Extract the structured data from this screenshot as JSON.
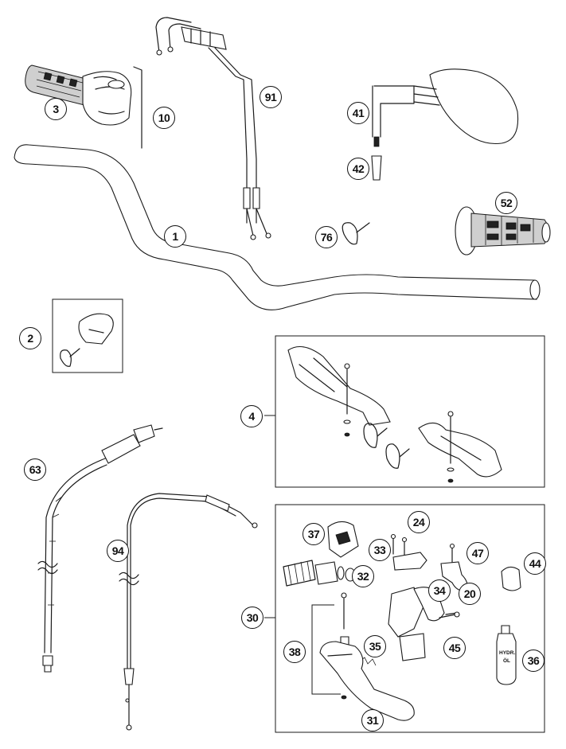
{
  "callouts": [
    {
      "id": "c1",
      "label": "1"
    },
    {
      "id": "c2",
      "label": "2"
    },
    {
      "id": "c3",
      "label": "3"
    },
    {
      "id": "c4",
      "label": "4"
    },
    {
      "id": "c10",
      "label": "10"
    },
    {
      "id": "c20",
      "label": "20"
    },
    {
      "id": "c24",
      "label": "24"
    },
    {
      "id": "c30",
      "label": "30"
    },
    {
      "id": "c31",
      "label": "31"
    },
    {
      "id": "c32",
      "label": "32"
    },
    {
      "id": "c33",
      "label": "33"
    },
    {
      "id": "c34",
      "label": "34"
    },
    {
      "id": "c35",
      "label": "35"
    },
    {
      "id": "c36",
      "label": "36"
    },
    {
      "id": "c37",
      "label": "37"
    },
    {
      "id": "c38",
      "label": "38"
    },
    {
      "id": "c41",
      "label": "41"
    },
    {
      "id": "c42",
      "label": "42"
    },
    {
      "id": "c44",
      "label": "44"
    },
    {
      "id": "c45",
      "label": "45"
    },
    {
      "id": "c47",
      "label": "47"
    },
    {
      "id": "c52",
      "label": "52"
    },
    {
      "id": "c63",
      "label": "63"
    },
    {
      "id": "c76",
      "label": "76"
    },
    {
      "id": "c91",
      "label": "91"
    },
    {
      "id": "c94",
      "label": "94"
    }
  ],
  "bottle_label": {
    "line1": "HYDR.",
    "line2": "ÖL"
  }
}
